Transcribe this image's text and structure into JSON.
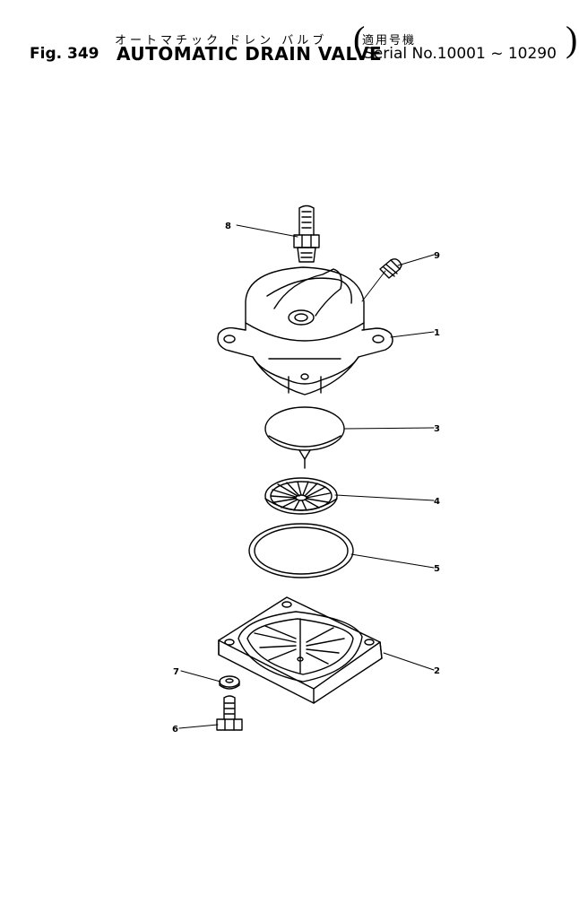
{
  "header": {
    "title_jp": "オートマチック ドレン バルブ",
    "serial_jp": "適用号機",
    "fig_label": "Fig. 349",
    "title_en": "AUTOMATIC DRAIN VALVE",
    "serial_en": "Serial No.10001 ~ 10290"
  },
  "callouts": [
    "8",
    "9",
    "1",
    "3",
    "4",
    "5",
    "2",
    "7",
    "6"
  ]
}
